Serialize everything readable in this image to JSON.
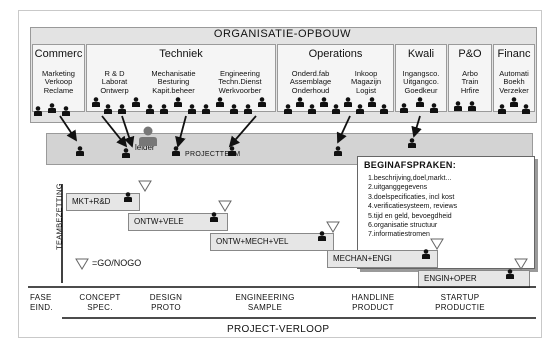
{
  "org_title": "ORGANISATIE-OPBOUW",
  "departments": [
    {
      "title": "Commerc",
      "items": [
        "Marketing",
        "Verkoop",
        "Reclame"
      ]
    },
    {
      "title": "Techniek",
      "cols": [
        [
          "R & D",
          "Laborat",
          "Ontwerp"
        ],
        [
          "Mechanisatie",
          "Besturing",
          "Kapit.beheer"
        ],
        [
          "Engineering",
          "Techn.Dienst",
          "Werkvoorber"
        ]
      ]
    },
    {
      "title": "Operations",
      "cols": [
        [
          "Onderd.fab",
          "Assemblage",
          "Onderhoud"
        ],
        [
          "Inkoop",
          "Magazijn",
          "Logist"
        ]
      ]
    },
    {
      "title": "Kwali",
      "items": [
        "Ingangsco.",
        "Uitgangco.",
        "Goedkeur"
      ]
    },
    {
      "title": "P&O",
      "items": [
        "Arbo",
        "Train",
        "Hrfire"
      ]
    },
    {
      "title": "Financ",
      "items": [
        "Automati",
        "Boekh",
        "Verzeker"
      ]
    }
  ],
  "leader_label": "leider",
  "projectteam_label": "PROJECTTEAM",
  "agreements": {
    "title": "BEGINAFSPRAKEN:",
    "items": [
      "1.beschrijving,doel,markt...",
      "2.uitganggegevens",
      "3.doelspecificaties, incl kost",
      "4.verificatiesysteem, reviews",
      "5.tijd en geld, bevoegdheid",
      "6.organisatie structuur",
      "7.informatiestromen"
    ]
  },
  "steps": [
    "MKT+R&D",
    "ONTW+VELE",
    "ONTW+MECH+VEL",
    "MECHAN+ENGI",
    "ENGIN+OPER"
  ],
  "legend": "=GO/NOGO",
  "y_axis_label": "TEAMBEZETTING",
  "phase_header": [
    "FASE",
    "EIND."
  ],
  "phases": [
    [
      "CONCEPT",
      "SPEC."
    ],
    [
      "DESIGN",
      "PROTO"
    ],
    [
      "ENGINEERING",
      "SAMPLE"
    ],
    [
      "HANDLINE",
      "PRODUCT"
    ],
    [
      "STARTUP",
      "PRODUCTIE"
    ]
  ],
  "x_axis_label": "PROJECT-VERLOOP"
}
